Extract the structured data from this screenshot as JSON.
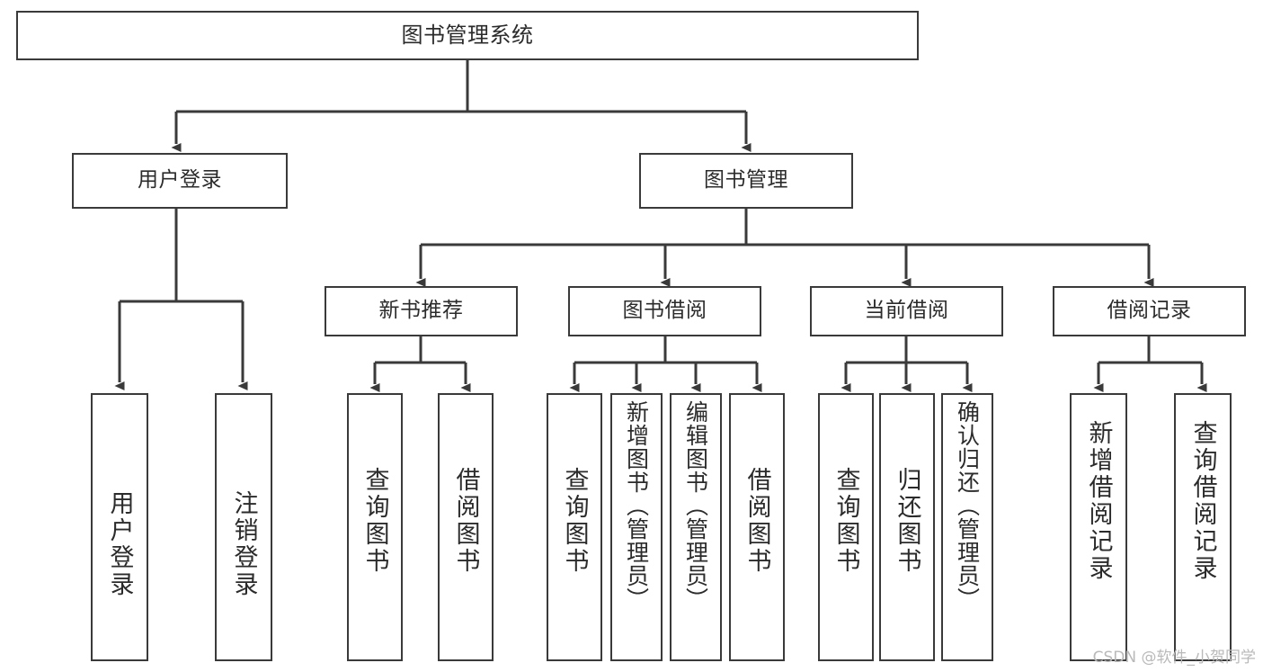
{
  "diagram": {
    "type": "tree-hierarchy",
    "title": "图书管理系统",
    "orientation": "top-down",
    "colors": {
      "background": "#ffffff",
      "node_border": "#3a3a3a",
      "node_fill": "#ffffff",
      "text": "#2b2b2b",
      "edge": "#3a3a3a",
      "watermark": "#b9b9b9"
    },
    "root": {
      "id": "root",
      "label": "图书管理系统"
    },
    "level2": [
      {
        "id": "user-login",
        "label": "用户登录"
      },
      {
        "id": "book-manage",
        "label": "图书管理"
      }
    ],
    "level3": [
      {
        "id": "new-book-rec",
        "label": "新书推荐",
        "parent": "book-manage"
      },
      {
        "id": "book-borrow",
        "label": "图书借阅",
        "parent": "book-manage"
      },
      {
        "id": "current-borrow",
        "label": "当前借阅",
        "parent": "book-manage"
      },
      {
        "id": "borrow-record",
        "label": "借阅记录",
        "parent": "book-manage"
      }
    ],
    "leaves": {
      "user-login": [
        {
          "id": "leaf-user-login",
          "label": "用户登录"
        },
        {
          "id": "leaf-logout",
          "label": "注销登录"
        }
      ],
      "new-book-rec": [
        {
          "id": "leaf-query-book-1",
          "label": "查询图书"
        },
        {
          "id": "leaf-borrow-book-1",
          "label": "借阅图书"
        }
      ],
      "book-borrow": [
        {
          "id": "leaf-query-book-2",
          "label": "查询图书"
        },
        {
          "id": "leaf-add-book",
          "label": "新增图书（管理员）"
        },
        {
          "id": "leaf-edit-book",
          "label": "编辑图书（管理员）"
        },
        {
          "id": "leaf-borrow-book-2",
          "label": "借阅图书"
        }
      ],
      "current-borrow": [
        {
          "id": "leaf-query-book-3",
          "label": "查询图书"
        },
        {
          "id": "leaf-return-book",
          "label": "归还图书"
        },
        {
          "id": "leaf-confirm-return",
          "label": "确认归还（管理员）"
        }
      ],
      "borrow-record": [
        {
          "id": "leaf-add-record",
          "label": "新增借阅记录"
        },
        {
          "id": "leaf-query-record",
          "label": "查询借阅记录"
        }
      ]
    }
  },
  "watermark": {
    "text": "CSDN @软件_小贺同学"
  }
}
